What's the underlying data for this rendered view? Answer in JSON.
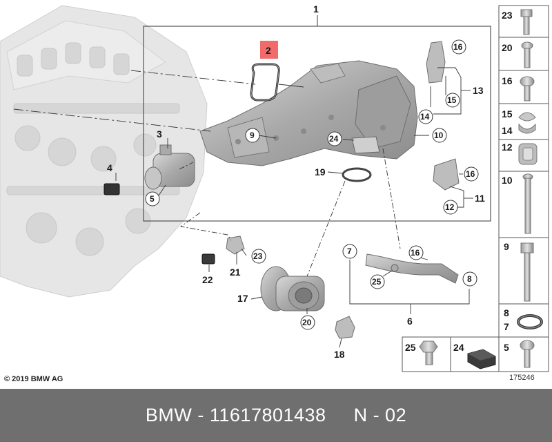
{
  "diagram": {
    "main_labels": {
      "l1": "1",
      "l2": "2",
      "l3": "3",
      "l4": "4",
      "l5": "5",
      "l6": "6",
      "l7": "7",
      "l8": "8",
      "l9": "9",
      "l10": "10",
      "l11": "11",
      "l12": "12",
      "l13": "13",
      "l14": "14",
      "l15": "15",
      "l16a": "16",
      "l16b": "16",
      "l16c": "16",
      "l17": "17",
      "l18": "18",
      "l19": "19",
      "l20": "20",
      "l21": "21",
      "l22": "22",
      "l23": "23",
      "l24": "24",
      "l25": "25"
    },
    "side_parts": [
      {
        "label": "23"
      },
      {
        "label": "20"
      },
      {
        "label": "16"
      },
      {
        "label": "15"
      },
      {
        "label": "14"
      },
      {
        "label": "12"
      },
      {
        "label": "10"
      },
      {
        "label": "9"
      },
      {
        "label": "8"
      },
      {
        "label": "7"
      },
      {
        "label": "5"
      }
    ],
    "bottom_parts": [
      {
        "label": "25"
      },
      {
        "label": "24"
      }
    ],
    "copyright": "© 2019 BMW AG",
    "drawing_number": "175246"
  },
  "footer": {
    "text": "BMW - 11617801438     N - 02"
  },
  "colors": {
    "highlight": "#f26b6b",
    "part_gray": "#b9b9b9",
    "engine_gray": "#e4e4e4",
    "footer_bg": "#6f6f6f"
  }
}
